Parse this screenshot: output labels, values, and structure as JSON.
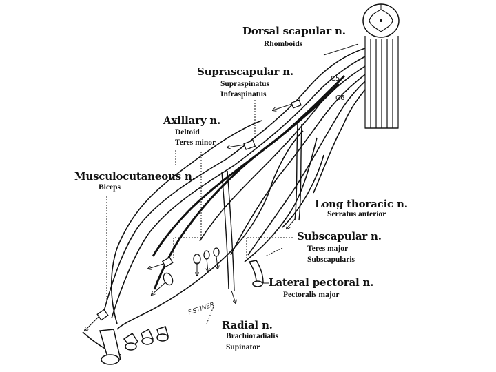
{
  "spinal_levels": {
    "c5": "C5",
    "c6": "C6"
  },
  "signature": "F.STINER",
  "nerves": {
    "dorsal_scapular": {
      "name": "Dorsal scapular n.",
      "muscles": [
        "Rhomboids"
      ]
    },
    "suprascapular": {
      "name": "Suprascapular n.",
      "muscles": [
        "Supraspinatus",
        "Infraspinatus"
      ]
    },
    "axillary": {
      "name": "Axillary n.",
      "muscles": [
        "Deltoid",
        "Teres minor"
      ]
    },
    "musculocutaneous": {
      "name": "Musculocutaneous n.",
      "muscles": [
        "Biceps"
      ]
    },
    "long_thoracic": {
      "name": "Long thoracic n.",
      "muscles": [
        "Serratus anterior"
      ]
    },
    "subscapular": {
      "name": "Subscapular n.",
      "muscles": [
        "Teres major",
        "Subscapularis"
      ]
    },
    "lateral_pectoral": {
      "name": "Lateral pectoral n.",
      "muscles": [
        "Pectoralis major"
      ]
    },
    "radial": {
      "name": "Radial n.",
      "muscles": [
        "Brachioradialis",
        "Supinator"
      ]
    }
  }
}
